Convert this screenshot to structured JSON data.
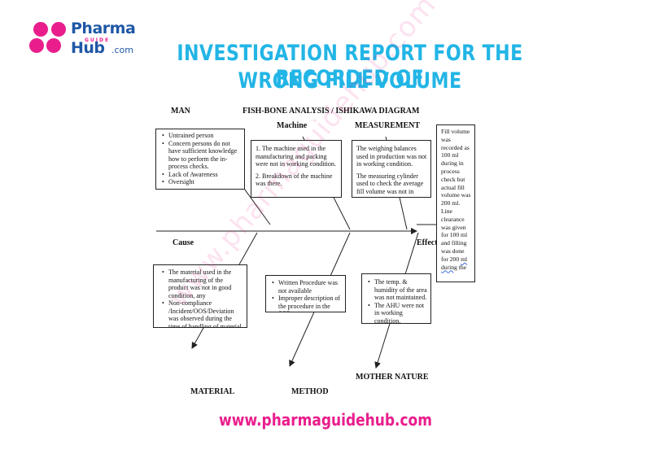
{
  "logo": {
    "pharma": "Pharma",
    "guide": "GUIDE",
    "hub": "Hub",
    "com": ".com"
  },
  "title": {
    "line1": "INVESTIGATION REPORT FOR THE RECORDED OF",
    "line2": "WRONG FILL VOLUME"
  },
  "diagram": {
    "heading": "FISH-BONE ANALYSIS / ISHIKAWA DIAGRAM",
    "categories": {
      "man": "MAN",
      "machine": "Machine",
      "measurement": "MEASUREMENT",
      "material": "MATERIAL",
      "method": "METHOD",
      "mother_nature": "MOTHER NATURE"
    },
    "cause_label": "Cause",
    "effect_label": "Effect",
    "man_items": [
      "Untrained person",
      "Concern persons do not have sufficient knowledge how to perform the in-process checks.",
      "Lack of Awareness",
      "Oversight"
    ],
    "machine_items": [
      "1. The machine used in the manufacturing and packing were not in working condition.",
      "2. Breakdown of the machine was there."
    ],
    "measurement_items": [
      "The weighing balances used in production was not in working condition.",
      "The measuring cylinder used to check the average fill volume was not in"
    ],
    "material_items": [
      "The material used in the manufacturing of the product was not in good condition, any",
      "Non-compliance /Incident/OOS/Deviation was observed during the time of handling of material."
    ],
    "method_items": [
      "Written Procedure was not available",
      "Improper description of the procedure in the SOP."
    ],
    "mother_nature_items": [
      "The temp. & humidity of the area was not maintained.",
      "The AHU were not in working condition."
    ],
    "effect_text": "Fill volume was recorded as 100 ml during in process check but actual fill volume was 200 ml. Line clearance was given for 100 ml and filling was done for 200",
    "effect_ml": "ml",
    "effect_during": "during",
    "effect_tail": "the"
  },
  "watermark": "www.pharmaguidehub.com",
  "footer": "www.pharmaguidehub.com",
  "colors": {
    "title": "#22b5e6",
    "brand_blue": "#1e57a6",
    "brand_pink": "#e91e8c"
  }
}
